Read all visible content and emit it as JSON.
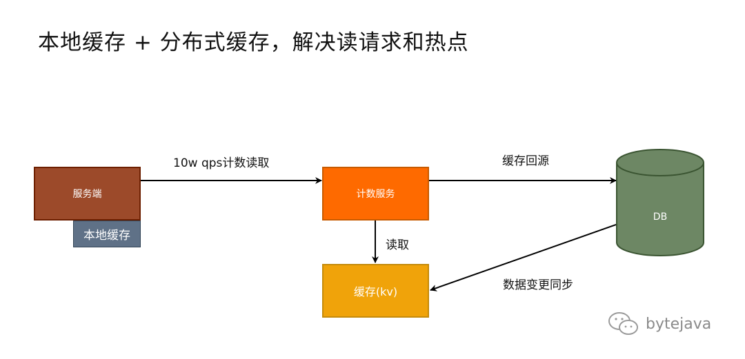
{
  "title": "本地缓存 + 分布式缓存，解决读请求和热点",
  "colors": {
    "service": "#9c4a2a",
    "local_cache": "#5f7187",
    "counter": "#fe6a00",
    "cache": "#f0a30a",
    "db": "#6d8764",
    "arrow": "#000000"
  },
  "nodes": {
    "service": "服务端",
    "local_cache": "本地缓存",
    "counter": "计数服务",
    "cache": "缓存(kv)",
    "db": "DB"
  },
  "edges": {
    "service_to_counter": "10w qps计数读取",
    "counter_to_db": "缓存回源",
    "counter_to_cache": "读取",
    "db_to_cache": "数据变更同步"
  },
  "watermark": "bytejava"
}
